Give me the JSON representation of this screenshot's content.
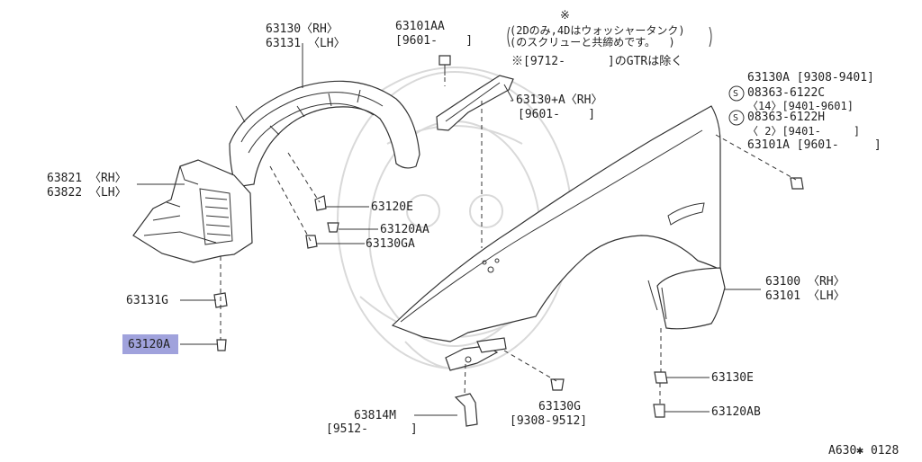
{
  "diagram_code": "A630✱ 0128",
  "labels": {
    "p63130": "63130〈RH〉",
    "p63131": "63131 〈LH〉",
    "p63101aa": "63101AA",
    "p63101aa_date": "[9601-    ]",
    "note_line1": "(2Dのみ,4Dはウォッシャータンク)",
    "note_line2": "(のスクリューと共締めです。  )",
    "note_line3": "※[9712-      ]のGTRは除く",
    "note_mark": "※",
    "p63130a_rh": "63130+A〈RH〉",
    "p63130a_rh_date": "[9601-    ]",
    "p63130a": "63130A [9308-9401]",
    "s1": "08363-6122C",
    "s1_qty": "〈14〉[9401-9601]",
    "s2": "08363-6122H",
    "s2_qty": "〈 2〉[9401-     ]",
    "p63101a": "63101A [9601-     ]",
    "s_symbol": "S",
    "p63821": "63821 〈RH〉",
    "p63822": "63822 〈LH〉",
    "p63120e": "63120E",
    "p63120aa": "63120AA",
    "p63130ga": "63130GA",
    "p63131g": "63131G",
    "p63120a": "63120A",
    "p63100": "63100 〈RH〉",
    "p63101": "63101 〈LH〉",
    "p63130e": "63130E",
    "p63120ab": "63120AB",
    "p63814m": "63814M",
    "p63814m_date": "[9512-      ]",
    "p63130g": "63130G",
    "p63130g_date": "[9308-9512]"
  },
  "colors": {
    "highlight": "#8f92d6",
    "line": "#333333",
    "watermark": "#d9d9d9"
  }
}
